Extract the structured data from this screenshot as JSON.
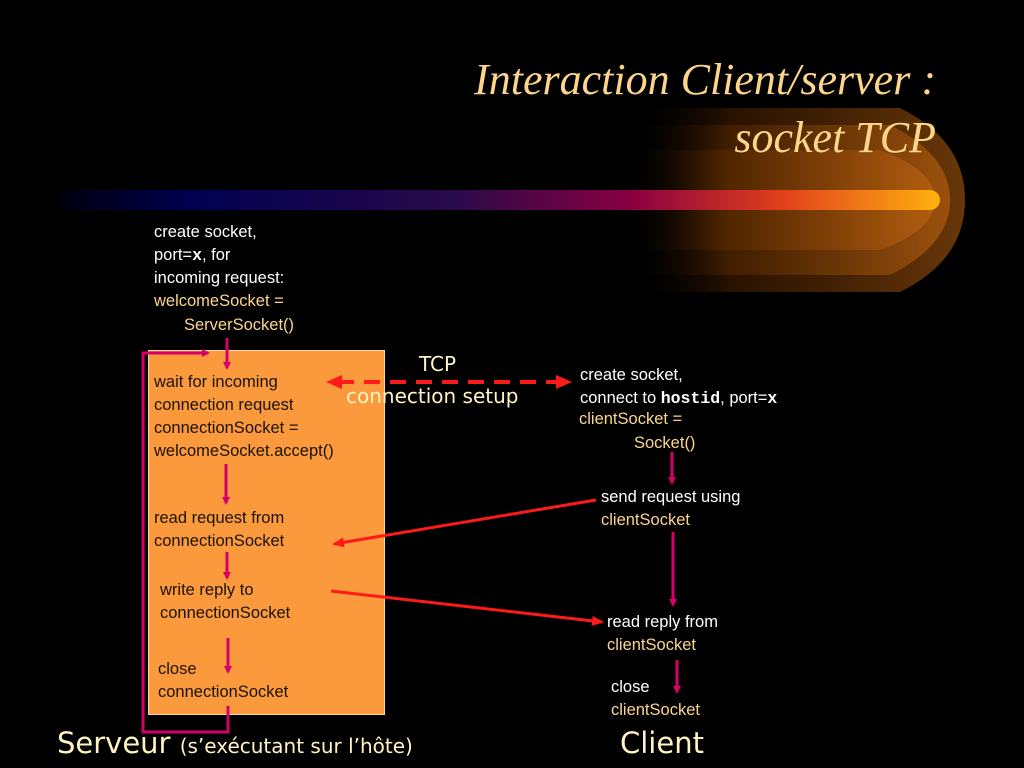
{
  "title": {
    "line1": "Interaction Client/server :",
    "line2": "socket TCP"
  },
  "server": {
    "setup": {
      "line1": "create socket,",
      "line2_prefix": "port=",
      "line2_var": "x",
      "line2_suffix": ", for",
      "line3": "incoming request:",
      "code1": "welcomeSocket =",
      "code2": "ServerSocket()"
    },
    "steps": {
      "wait": [
        "wait for incoming",
        "connection request",
        "connectionSocket =",
        "welcomeSocket.accept()"
      ],
      "read": [
        "read request from",
        "connectionSocket"
      ],
      "write": [
        "write reply to",
        "connectionSocket"
      ],
      "close": [
        "close",
        "connectionSocket"
      ]
    },
    "label": "Serveur",
    "sublabel": "(s’exécutant sur l’hôte)"
  },
  "tcp": {
    "line1": "TCP",
    "line2": "connection setup"
  },
  "client": {
    "create": {
      "line1": "create socket,",
      "line2_prefix": "connect to ",
      "line2_host": "hostid",
      "line2_mid": ", port=",
      "line2_var": "x",
      "code1": "clientSocket =",
      "code2": "Socket()"
    },
    "send": {
      "line1": "send request using",
      "line2": "clientSocket"
    },
    "read": {
      "line1": "read reply from",
      "line2": "clientSocket"
    },
    "close": {
      "line1": "close",
      "line2": "clientSocket"
    },
    "label": "Client"
  },
  "colors": {
    "background": "#000000",
    "title": "#fcd58a",
    "server_box": "#fb9a3c",
    "flow_arrow": "#d6006a",
    "message_arrow": "#ff1a1a",
    "code_text": "#fcd58a"
  }
}
